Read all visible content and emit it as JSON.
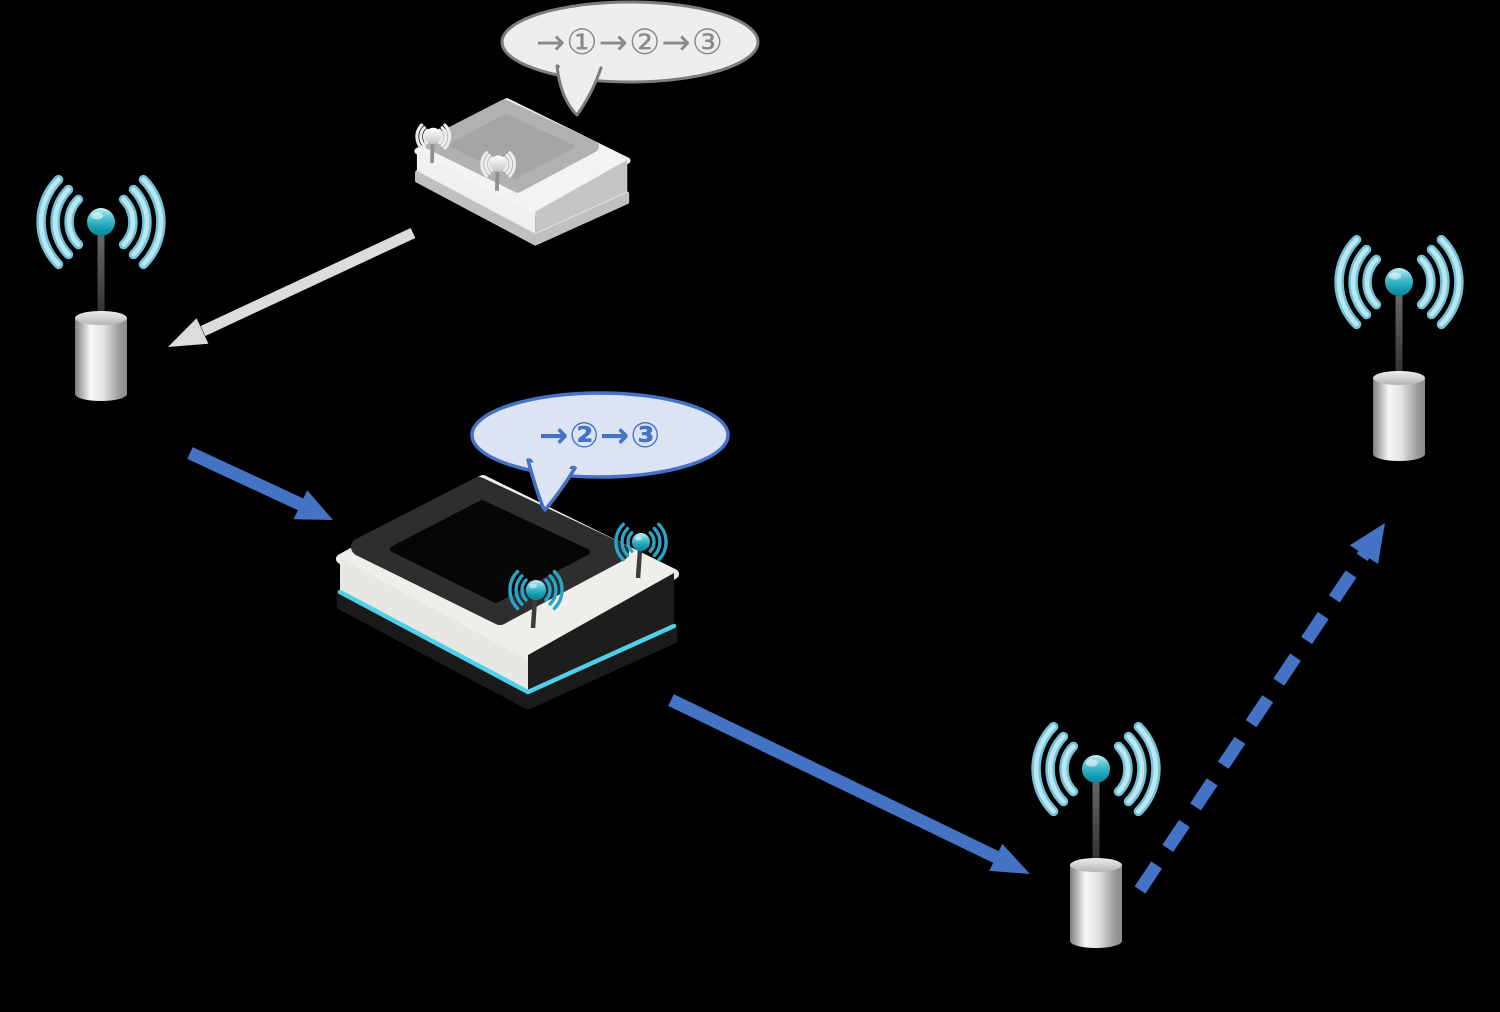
{
  "diagram": {
    "title": "robot-route-handoff-network-diagram",
    "bubbles": {
      "source": {
        "label": "→①→②→③"
      },
      "robot": {
        "label": "→②→③"
      }
    },
    "icons": {
      "access_points": [
        "access-point-left-icon",
        "access-point-bottom-icon",
        "access-point-right-icon"
      ],
      "devices": [
        "source-device-ghost",
        "agv-robot"
      ],
      "arrows": [
        "arrow-source-to-ap-left (gray, solid)",
        "arrow-ap-left-to-robot (blue, solid)",
        "arrow-robot-to-ap-bottom (blue, solid)",
        "arrow-ap-bottom-to-ap-right (blue, dashed)"
      ]
    }
  },
  "colors": {
    "background": "#000000",
    "accent_blue": "#4472c4",
    "bubble_gray_fill": "#efeeef",
    "bubble_gray_border": "#7f7c7f",
    "bubble_gray_text": "#8b888b",
    "bubble_blue_fill": "#dce4f4",
    "arrow_gray": "#dcdcdc",
    "wave_outer": "#74c2da",
    "wave_inner": "#bce7f1",
    "robot_wave": "#2aa5c8",
    "robot_strip_cyan": "#4fd0e8"
  }
}
